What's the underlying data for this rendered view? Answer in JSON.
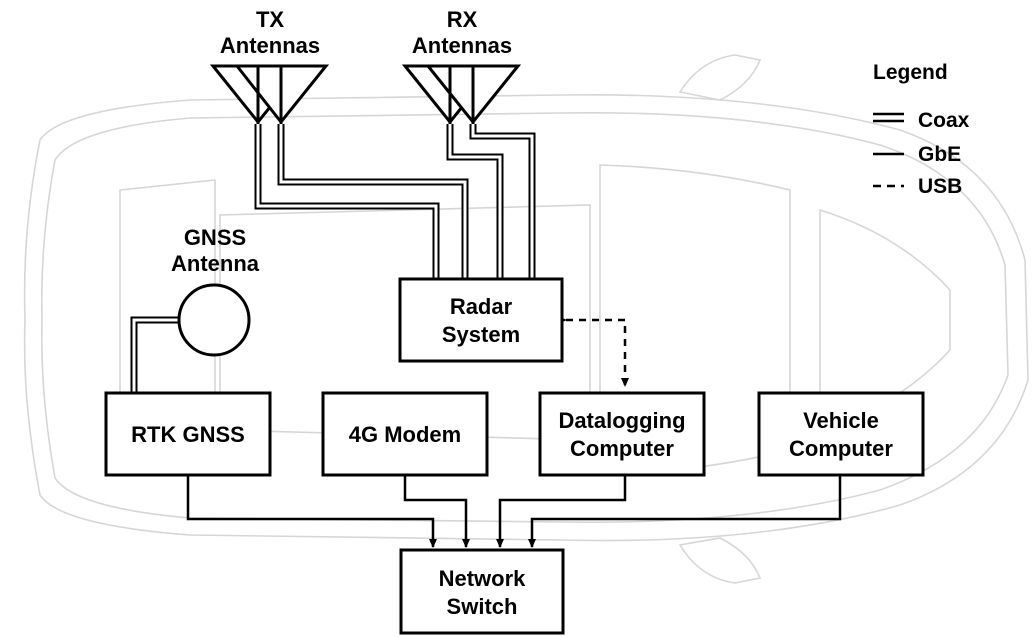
{
  "antennas": {
    "tx": {
      "line1": "TX",
      "line2": "Antennas"
    },
    "rx": {
      "line1": "RX",
      "line2": "Antennas"
    },
    "gnss": {
      "line1": "GNSS",
      "line2": "Antenna"
    }
  },
  "legend": {
    "title": "Legend",
    "items": [
      {
        "style": "double",
        "label": "Coax"
      },
      {
        "style": "solid",
        "label": "GbE"
      },
      {
        "style": "dashed",
        "label": "USB"
      }
    ]
  },
  "boxes": {
    "radar": {
      "line1": "Radar",
      "line2": "System"
    },
    "rtk": {
      "line1": "RTK GNSS"
    },
    "modem": {
      "line1": "4G Modem"
    },
    "datalog": {
      "line1": "Datalogging",
      "line2": "Computer"
    },
    "vehicle": {
      "line1": "Vehicle",
      "line2": "Computer"
    },
    "switch": {
      "line1": "Network",
      "line2": "Switch"
    }
  },
  "colors": {
    "stroke": "#000000",
    "background": "#ffffff",
    "car_outline": "#d6d6d6"
  }
}
